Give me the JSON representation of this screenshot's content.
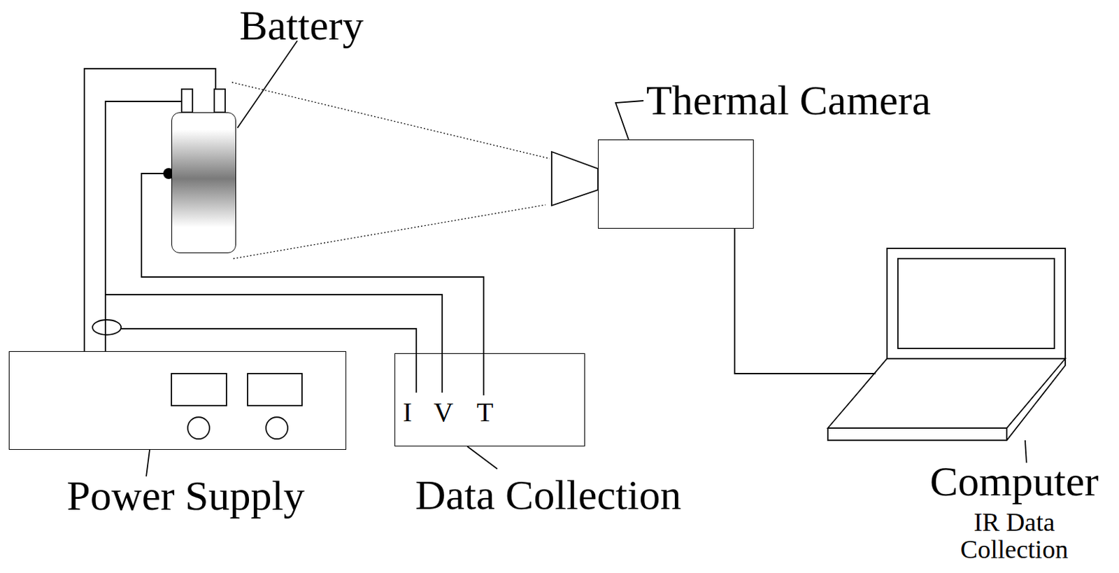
{
  "diagram": {
    "nodes": [
      {
        "text": [
          "Battery"
        ]
      },
      {
        "text": [
          "Thermal Camera"
        ]
      },
      {
        "text": [
          "Power Supply"
        ]
      },
      {
        "text": [
          "I",
          "V",
          "T",
          "Data Collection"
        ]
      },
      {
        "text": [
          "Computer",
          "IR Data Collection"
        ]
      }
    ],
    "edges": [
      {
        "from": 2,
        "to": 0,
        "arrow": "none"
      },
      {
        "from": 2,
        "to": 0,
        "arrow": "none"
      },
      {
        "from": 0,
        "to": 3,
        "arrow": "none"
      },
      {
        "from": 2,
        "to": 3,
        "arrow": "none"
      },
      {
        "from": 1,
        "to": 4,
        "arrow": "none"
      }
    ]
  }
}
